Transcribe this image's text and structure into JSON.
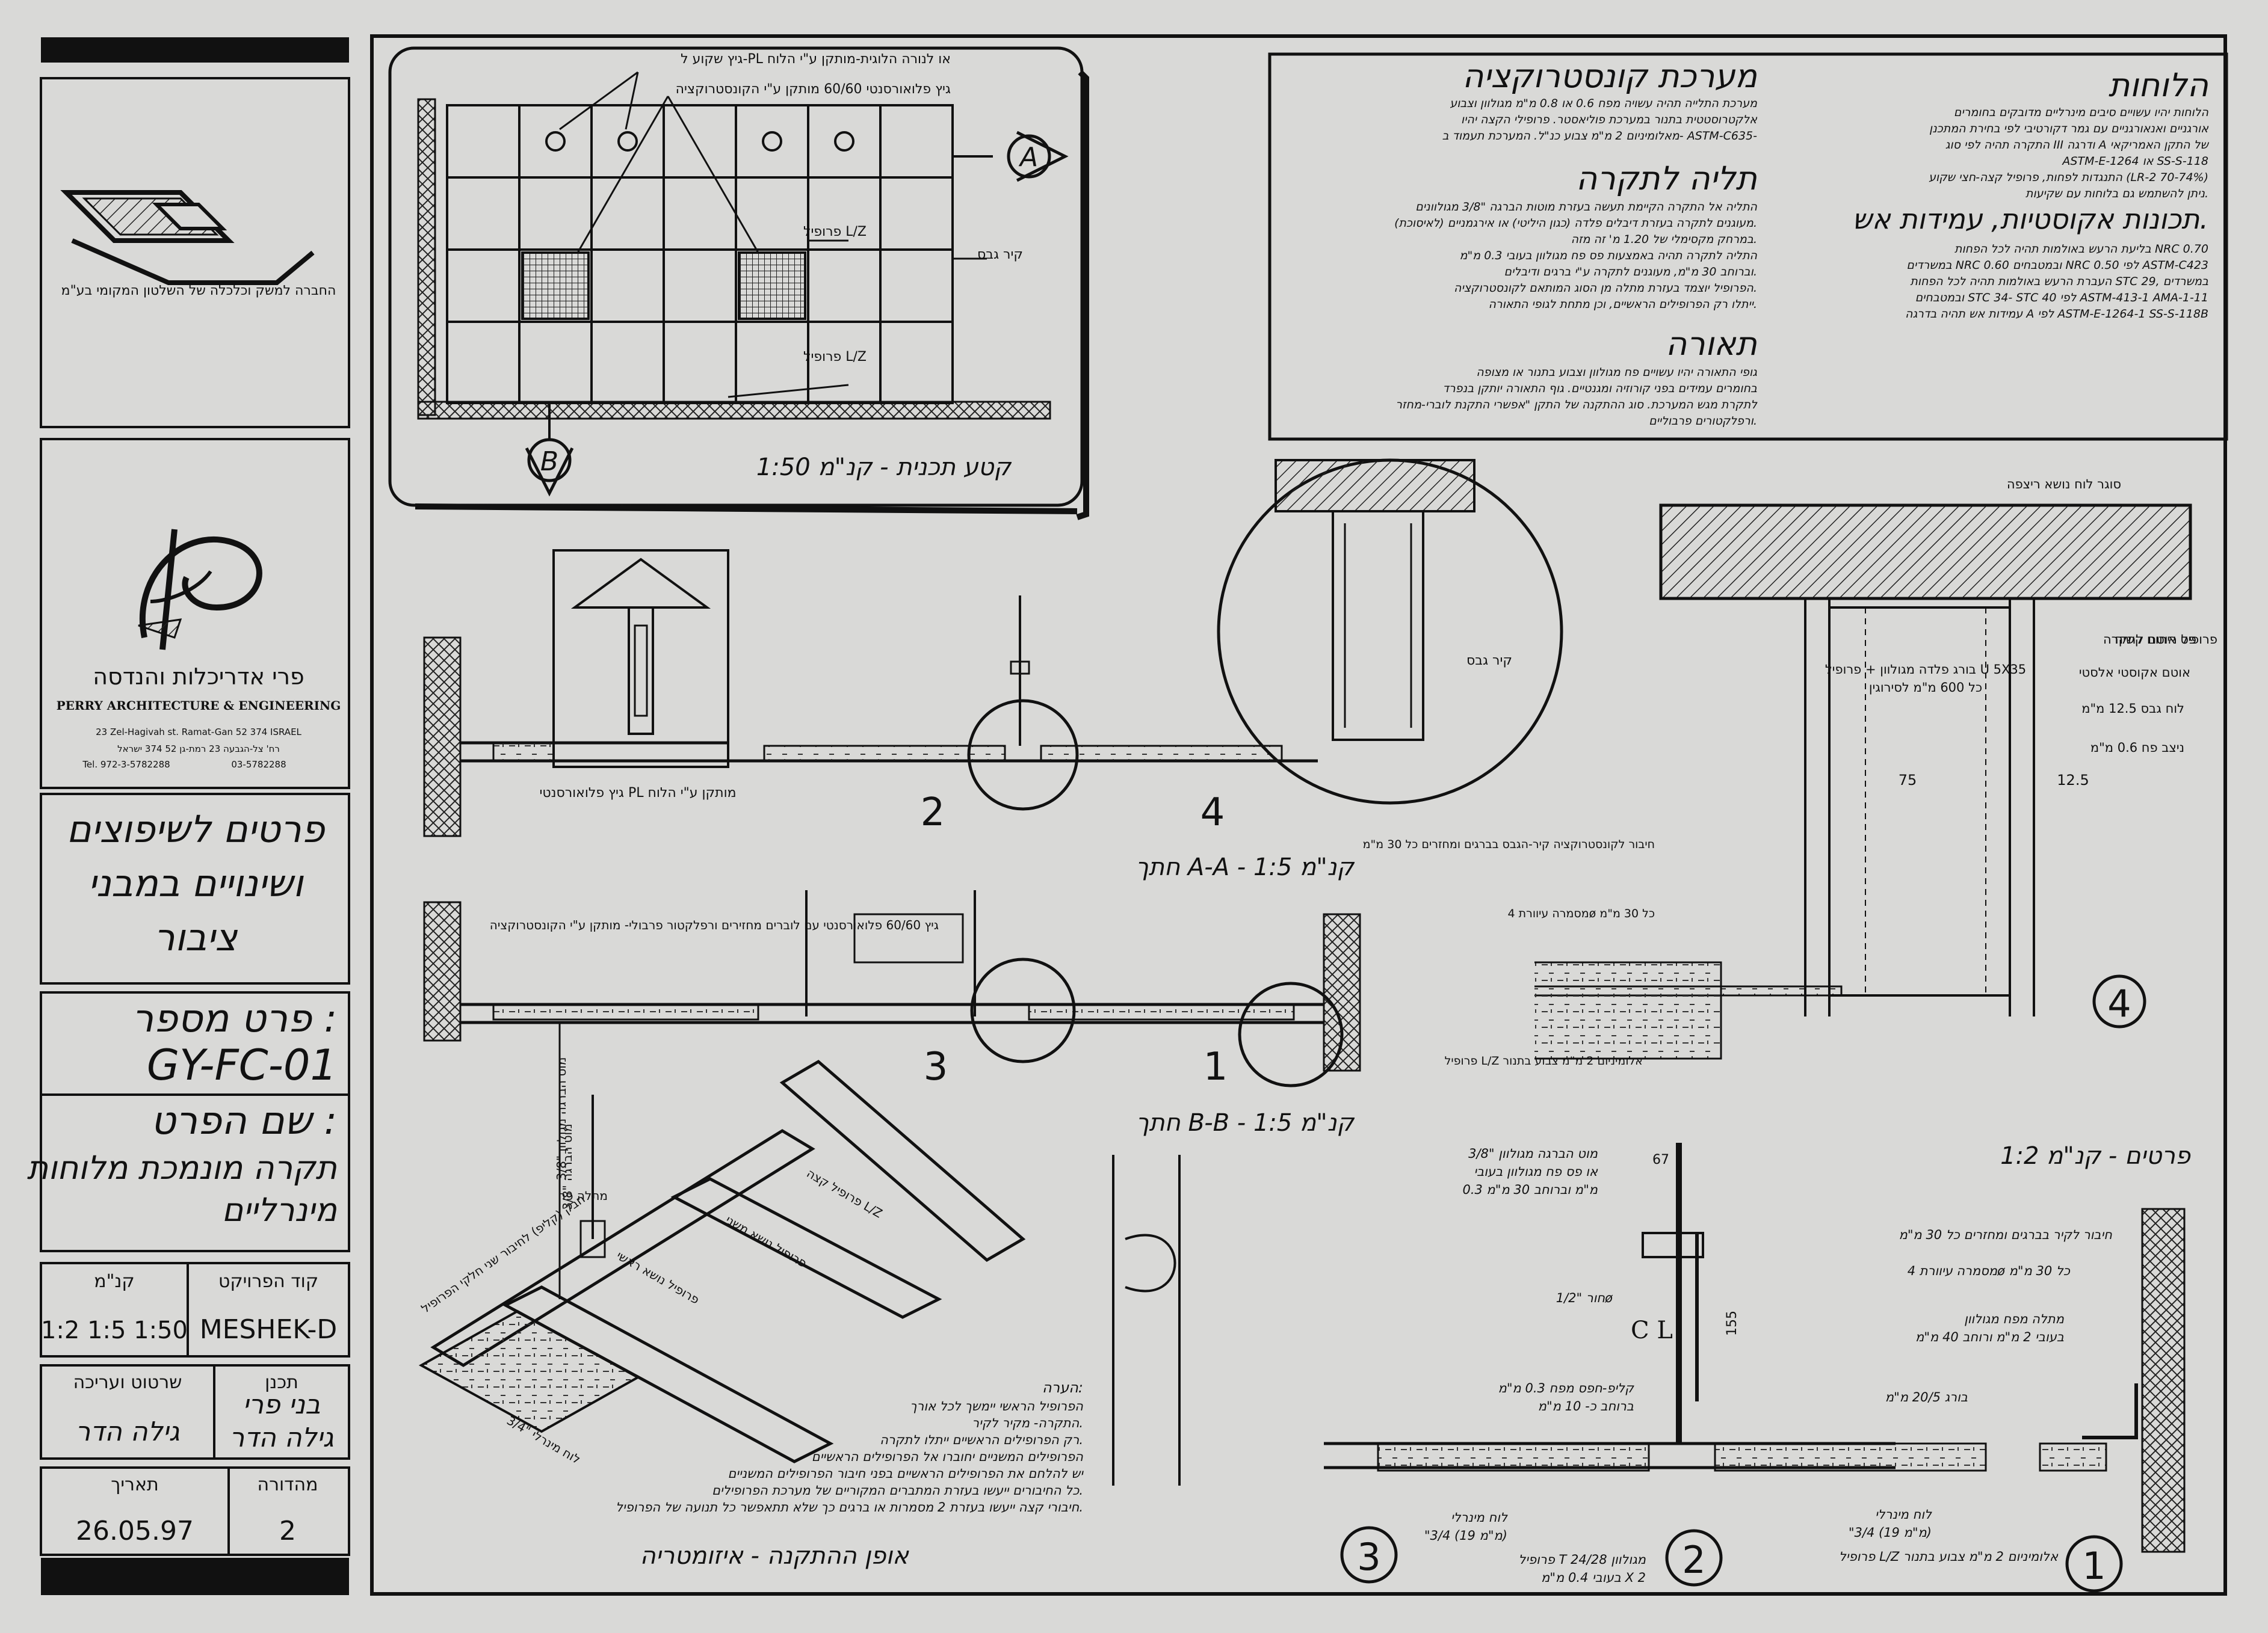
{
  "title_block": {
    "company_caption": "החברה למשק וכלכלה של השלטון המקומי בע\"מ",
    "architect": {
      "name_he": "פרי אדריכלות והנדסה",
      "name_en": "PERRY ARCHITECTURE & ENGINEERING",
      "address_en": "23 Zel-Hagivah st. Ramat-Gan 52 374 ISRAEL",
      "address_he": "רח' צל-הגבעה 23 רמת-גן 52 374 ישראל",
      "tel": "Tel. 972-3-5782288",
      "fax": "03-5782288"
    },
    "project_name_lines": [
      "פרטים לשיפוצים",
      "ושינויים במבני",
      "ציבור"
    ],
    "detail_number_label": "פרט מספר :",
    "detail_number": "GY-FC-01",
    "detail_name_label": "שם הפרט :",
    "detail_name_lines": [
      "תקרה מונמכת מלוחות",
      "מינרליים"
    ],
    "project_code_label": "קוד הפרויקט",
    "project_code": "MESHEK-D",
    "scales_label": "קנ\"מ",
    "scales": "1:2 1:5 1:50",
    "designer_label": "תכנן",
    "designer": "בני פרי",
    "drafter_label": "שרטוט ועריכה",
    "drafter": "גילה הדר",
    "drafter2": "גילה הדר",
    "date_label": "תאריך",
    "date": "26.05.97",
    "revision_label": "מהדורה",
    "revision": "2"
  },
  "plan": {
    "title": "קטע תכנית - קנ\"מ 1:50",
    "marker_a": "A",
    "marker_b": "B",
    "note_top": "גיץ שקוע ל-PL או לנורה הלוגית-מותקן ע\"י הלוח",
    "note_panel": "גיץ פלואורסנטי 60/60 מותקן ע\"י הקונסטרוקציה",
    "note_profile_1": "פרופיל L/Z",
    "note_profile_2": "פרופיל L/Z",
    "note_wall": "קיר גבס"
  },
  "specs": {
    "col_right": {
      "h1": "הלוחות",
      "p1": [
        "הלוחות יהיו עשויים סיבים מינרליים מדובקים בחומרים",
        "אורגניים ואנאורגניים עם גמר דקורטיבי לפי בחירת המתכנן",
        "התקרה תהיה לפי סוג III ודרגה A של התקן האמריקאי",
        "ASTM-E-1264 או SS-S-118",
        "התנגדות לפחות, פרופיל קצה-חצי שקוע (LR-2 70-74%)",
        "ניתן להשתמש גם בלוחות עם שקיעות."
      ],
      "h2": "תכונות אקוסטיות, עמידות אש.",
      "p2": [
        "בליעת הרעש באולמות תהיה לכל הפחות NRC 0.70",
        "במשרדים NRC 0.60 ובמטבחים NRC 0.50 לפי ASTM-C423",
        "העברת הרעש באולמות תהיה לכל הפחות STC 29, במשרדים",
        "ובמטבחים STC 34- STC 40 לפי ASTM-413-1 AMA-1-11",
        "עמידות אש תהיה בדרגה A לפי ASTM-E-1264-1 SS-S-118B"
      ]
    },
    "col_left": {
      "h1": "מערכת קונסטרוקציה",
      "p1": [
        "מערכת התלייה תהיה עשויה מפח 0.6 או 0.8 מ\"מ מגולוון וצבוע",
        "אלקטרוסטטית בתנור במערכת פוליאסטר. פרופילי הקצה יהיו",
        "מאלומיניום 2 מ\"מ צבוע כנ\"ל. המערכת תעמוד ב- ASTM-C635-"
      ],
      "h2": "תליה לתקרה",
      "p2": [
        "התליה אל התקרה הקיימת תעשה בעזרת מוטות הברגה \"3/8 מגולוונים",
        "מעוגנים לתקרה בעזרת דיבלים פלדה (כגון היליטי) או אירגמניים (לאיסוכת).",
        "במרחק מקסימלי של 1.20 מ' זה מזה.",
        "התליה לתקרה תהיה באמצעות פס פח מגולוון בעובי 0.3 מ\"מ",
        "וברוחב 30 מ\"מ, מעוגנים לתקרה ע\"י ברגים ודיבלים.",
        "הפרופיל יוצמד בעזרת מתלה מן הסוג המותאם לקונסטרוקציה.",
        "ייתלו רק הפרופילים הראשיים, וכן מתחת לגופי התאורה."
      ],
      "h3": "תאורה",
      "p3": [
        "גופי התאורה יהיו עשויים פח מגולוון וצבוע בתנור או מצופה",
        "בחומרים עמידים בפני קורוזיה ומגנטיים. גוף התאורה יותקן בנפרד",
        "לתקרת מגש המערכת. סוג ההתקנה של התקן \"אפשרי התקנת לוברי-מחזר",
        "ורפלקטורים פרבוליים."
      ]
    }
  },
  "section_aa": {
    "title": "חתך A-A - קנ\"מ 1:5",
    "label_2": "2",
    "label_4": "4",
    "note_pl": "גיץ פלואורסנטי PL מותקן ע\"י הלוח",
    "detail4_note": "קיר גבס"
  },
  "section_bb": {
    "title": "חתך B-B - קנ\"מ 1:5",
    "label_3": "3",
    "label_1": "1",
    "note": "גיץ 60/60 פלואורסנטי עם לוברים מחזירים ורפלקטור פרבולי- מותקן ע\"י הקונסטרוקציה",
    "rod_note": "מוט הברגה מגולוון \"3/8"
  },
  "isometric": {
    "title": "אופן ההתקנה - איזומטריה",
    "labels": [
      "מתלה פח",
      "חבק (קליפ) לחיבור שני חלקי הפרופיל",
      "פרופיל נושא ראשי",
      "פרופיל נושא משני",
      "פרופיל קצה L/Z",
      "לוח מינרלי \"3/4",
      "מוט הברגה \"3/8"
    ],
    "notes_title": "הערה:",
    "notes": [
      "הפרופיל הראשי יימשך לכל אורך",
      "התקרה- מקיר לקיר.",
      "רק הפרופילים הראשיים ייתלו לתקרה.",
      "הפרופילים המשניים יחוברו אל הפרופילים הראשיים",
      "יש להלחם את הפרופילים הראשיים בפני חיבור הפרופילים המשניים",
      "כל החיבורים ייעשו בעזרת המתברים המקוריים של מערכת הפרופילים.",
      "חיבורי קצה ייעשו בעזרת 2 מסמרות או ברגים כך שלא תתאפשר כל תנועה של הפרופיל."
    ]
  },
  "detail4_large": {
    "label": "4",
    "notes": [
      "סוגר לוח נושא ריצפה",
      "פרופיל ריתום לתקרה",
      "בורג פלדה מגולוון + פרופיל U 5X35",
      "כל 600 מ\"מ לסירוגין",
      "פס אוטם קשיח",
      "אוטם אקוסטי אלסטי",
      "לוח גבס 12.5 מ\"מ",
      "ניצב פח 0.6 מ\"מ",
      "חיבור לקונסטרוקציה קיר-הגבס בברגים ומחזרים כל 30 מ\"מ",
      "מסמרה עיוורת 4ø כל 30 מ\"מ",
      "פרופיל L/Z אלומיניום 2 מ\"מ צבוע בתנור"
    ],
    "dim_75": "75",
    "dim_125": "12.5"
  },
  "details_12": {
    "title": "פרטים - קנ\"מ 1:2",
    "rod": [
      "מוט הברגה מגולוון \"3/8",
      "או פס פח מגולוון בעובי",
      "0.3 מ\"מ וברוחב 30 מ\"מ"
    ],
    "dim_67": "67",
    "dim_155": "155",
    "hole": "חור \"1/2ø",
    "cl": "C L",
    "clip": [
      "קליפ-חפס מפח 0.3 מ\"מ",
      "ברוחב כ- 10 מ\"מ"
    ],
    "screw": "בורג 20/5 מ\"מ",
    "wall_fix": "חיבור לקיר בברגים ומחזרים כל 30 מ\"מ",
    "rivet": "מסמרה עיוורת 4ø כל 30 מ\"מ",
    "hanger": [
      "מתלה מפח מגולוון",
      "בעובי 2 מ\"מ ורוחב 40 מ\"מ"
    ],
    "panel_3": [
      "לוח מינרלי",
      "\"3/4 (19 מ\"מ)"
    ],
    "panel_1": [
      "לוח מינרלי",
      "\"3/4 (19 מ\"מ)"
    ],
    "tee": [
      "פרופיל T 24/28 מגולוון",
      "בעובי 0.4 מ\"מ X 2"
    ],
    "edge": "פרופיל L/Z אלומיניום 2 מ\"מ צבוע בתנור",
    "label_1": "1",
    "label_2": "2",
    "label_3": "3"
  }
}
